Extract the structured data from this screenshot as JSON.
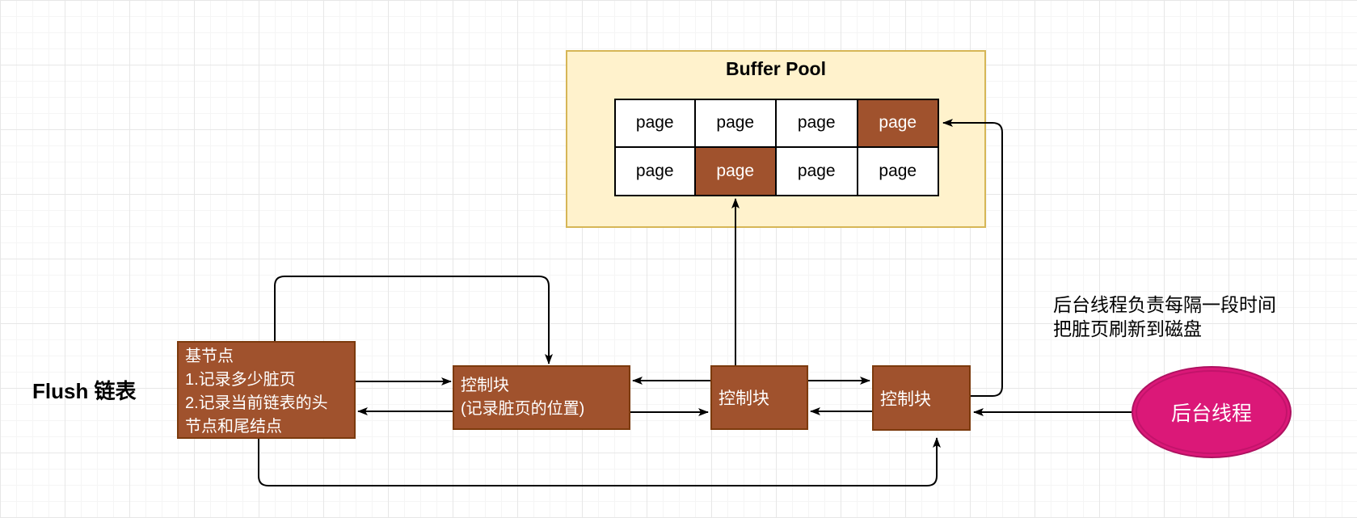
{
  "flush_list_label": "Flush 链表",
  "buffer_pool": {
    "title": "Buffer Pool",
    "pages": [
      {
        "label": "page",
        "dirty": false
      },
      {
        "label": "page",
        "dirty": false
      },
      {
        "label": "page",
        "dirty": false
      },
      {
        "label": "page",
        "dirty": true
      },
      {
        "label": "page",
        "dirty": false
      },
      {
        "label": "page",
        "dirty": true
      },
      {
        "label": "page",
        "dirty": false
      },
      {
        "label": "page",
        "dirty": false
      }
    ]
  },
  "base_node": {
    "lines": [
      "基节点",
      "1.记录多少脏页",
      "2.记录当前链表的头",
      "节点和尾结点"
    ]
  },
  "control_blocks": [
    {
      "lines": [
        "控制块",
        "(记录脏页的位置)"
      ]
    },
    {
      "lines": [
        "控制块"
      ]
    },
    {
      "lines": [
        "控制块"
      ]
    }
  ],
  "background_thread": {
    "note_lines": [
      "后台线程负责每隔一段时间",
      "把脏页刷新到磁盘"
    ],
    "label": "后台线程"
  },
  "colors": {
    "box-brown": "#A0522D",
    "box-brown-border": "#7C3A0D",
    "pool-fill": "#FFF2CC",
    "pool-border": "#D6B656",
    "page-border": "#000000",
    "pink-fill": "#DB1878",
    "pink-border": "#AE1160",
    "arrow": "#000000"
  }
}
